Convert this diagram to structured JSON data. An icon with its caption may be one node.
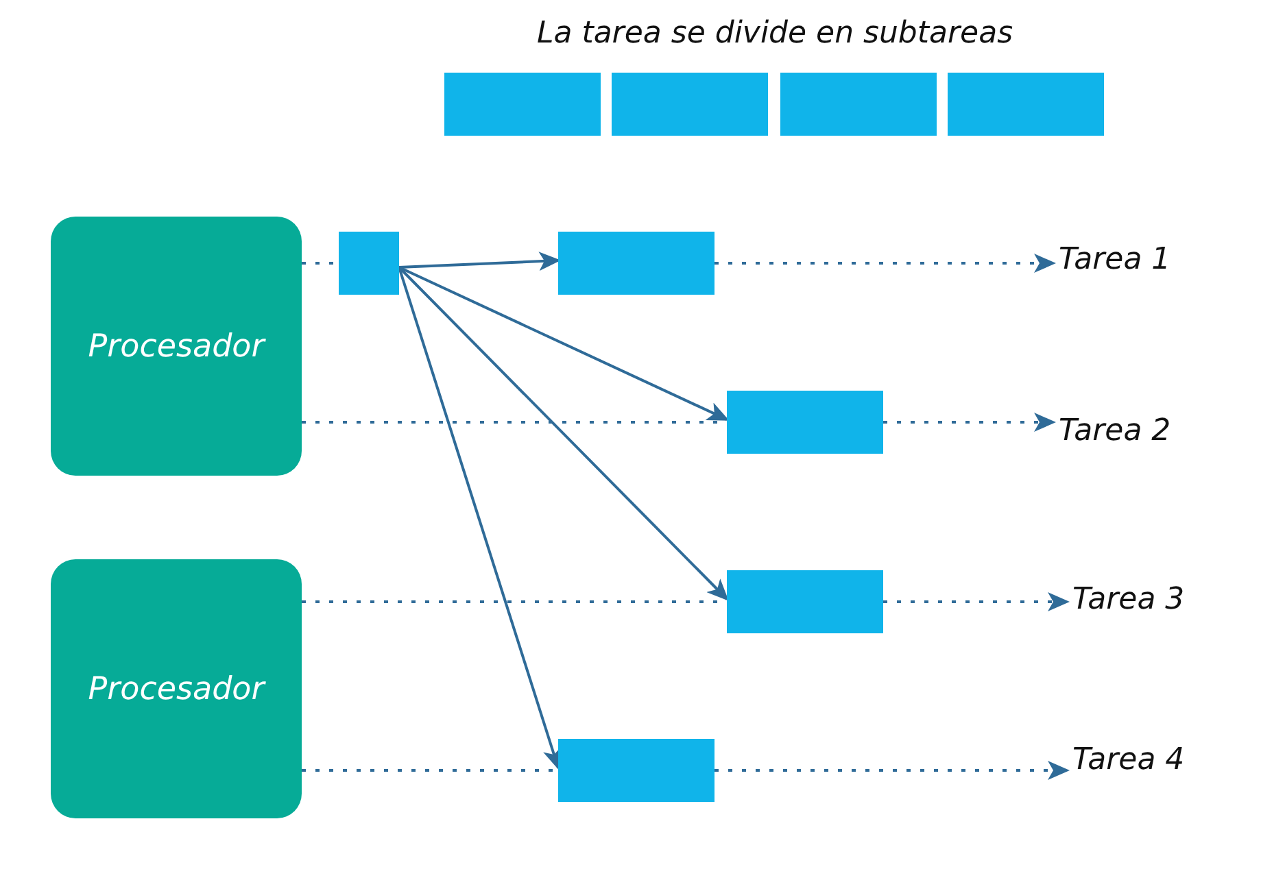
{
  "diagram": {
    "title": "La tarea se divide en subtareas",
    "nodes": [
      {
        "text": [
          "Procesador"
        ]
      },
      {
        "text": [
          "Procesador"
        ]
      },
      {
        "text": [],
        "shape": "box"
      },
      {
        "text": [],
        "shape": "box"
      },
      {
        "text": [],
        "shape": "box"
      },
      {
        "text": [],
        "shape": "box"
      },
      {
        "text": [],
        "shape": "box"
      },
      {
        "text": [],
        "shape": "box"
      },
      {
        "text": [],
        "shape": "box"
      },
      {
        "text": [],
        "shape": "box"
      },
      {
        "text": [],
        "shape": "box"
      },
      {
        "text": [
          "Tarea 1"
        ]
      },
      {
        "text": [
          "Tarea 2"
        ]
      },
      {
        "text": [
          "Tarea 3"
        ]
      },
      {
        "text": [
          "Tarea 4"
        ]
      }
    ],
    "edges": [
      {
        "from": 0,
        "to": 6,
        "arrow": "none",
        "style": "dashed"
      },
      {
        "from": 6,
        "to": 7,
        "arrow": "to"
      },
      {
        "from": 6,
        "to": 8,
        "arrow": "to"
      },
      {
        "from": 6,
        "to": 9,
        "arrow": "to"
      },
      {
        "from": 6,
        "to": 10,
        "arrow": "to"
      },
      {
        "from": 7,
        "to": 11,
        "arrow": "to",
        "style": "dashed"
      },
      {
        "from": 0,
        "to": 8,
        "arrow": "none",
        "style": "dashed"
      },
      {
        "from": 8,
        "to": 12,
        "arrow": "to",
        "style": "dashed"
      },
      {
        "from": 1,
        "to": 9,
        "arrow": "none",
        "style": "dashed"
      },
      {
        "from": 9,
        "to": 13,
        "arrow": "to",
        "style": "dashed"
      },
      {
        "from": 1,
        "to": 10,
        "arrow": "none",
        "style": "dashed"
      },
      {
        "from": 10,
        "to": 14,
        "arrow": "to",
        "style": "dashed"
      }
    ]
  }
}
